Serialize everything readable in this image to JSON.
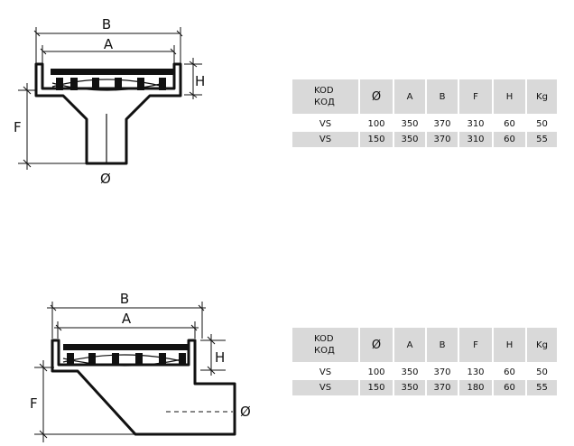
{
  "drawing_1": {
    "labels": {
      "b": "B",
      "a": "A",
      "h": "H",
      "f": "F",
      "diameter": "Ø"
    }
  },
  "drawing_2": {
    "labels": {
      "b": "B",
      "a": "A",
      "h": "H",
      "f": "F",
      "diameter": "Ø"
    }
  },
  "table_1": {
    "headers": {
      "code_line1": "KOD",
      "code_line2": "КОД",
      "diameter": "Ø",
      "a": "A",
      "b": "B",
      "f": "F",
      "h": "H",
      "kg": "Kg"
    },
    "rows": [
      {
        "code": "VS",
        "diameter": "100",
        "a": "350",
        "b": "370",
        "f": "310",
        "h": "60",
        "kg": "50"
      },
      {
        "code": "VS",
        "diameter": "150",
        "a": "350",
        "b": "370",
        "f": "310",
        "h": "60",
        "kg": "55"
      }
    ]
  },
  "table_2": {
    "headers": {
      "code_line1": "KOD",
      "code_line2": "КОД",
      "diameter": "Ø",
      "a": "A",
      "b": "B",
      "f": "F",
      "h": "H",
      "kg": "Kg"
    },
    "rows": [
      {
        "code": "VS",
        "diameter": "100",
        "a": "350",
        "b": "370",
        "f": "130",
        "h": "60",
        "kg": "50"
      },
      {
        "code": "VS",
        "diameter": "150",
        "a": "350",
        "b": "370",
        "f": "180",
        "h": "60",
        "kg": "55"
      }
    ]
  }
}
